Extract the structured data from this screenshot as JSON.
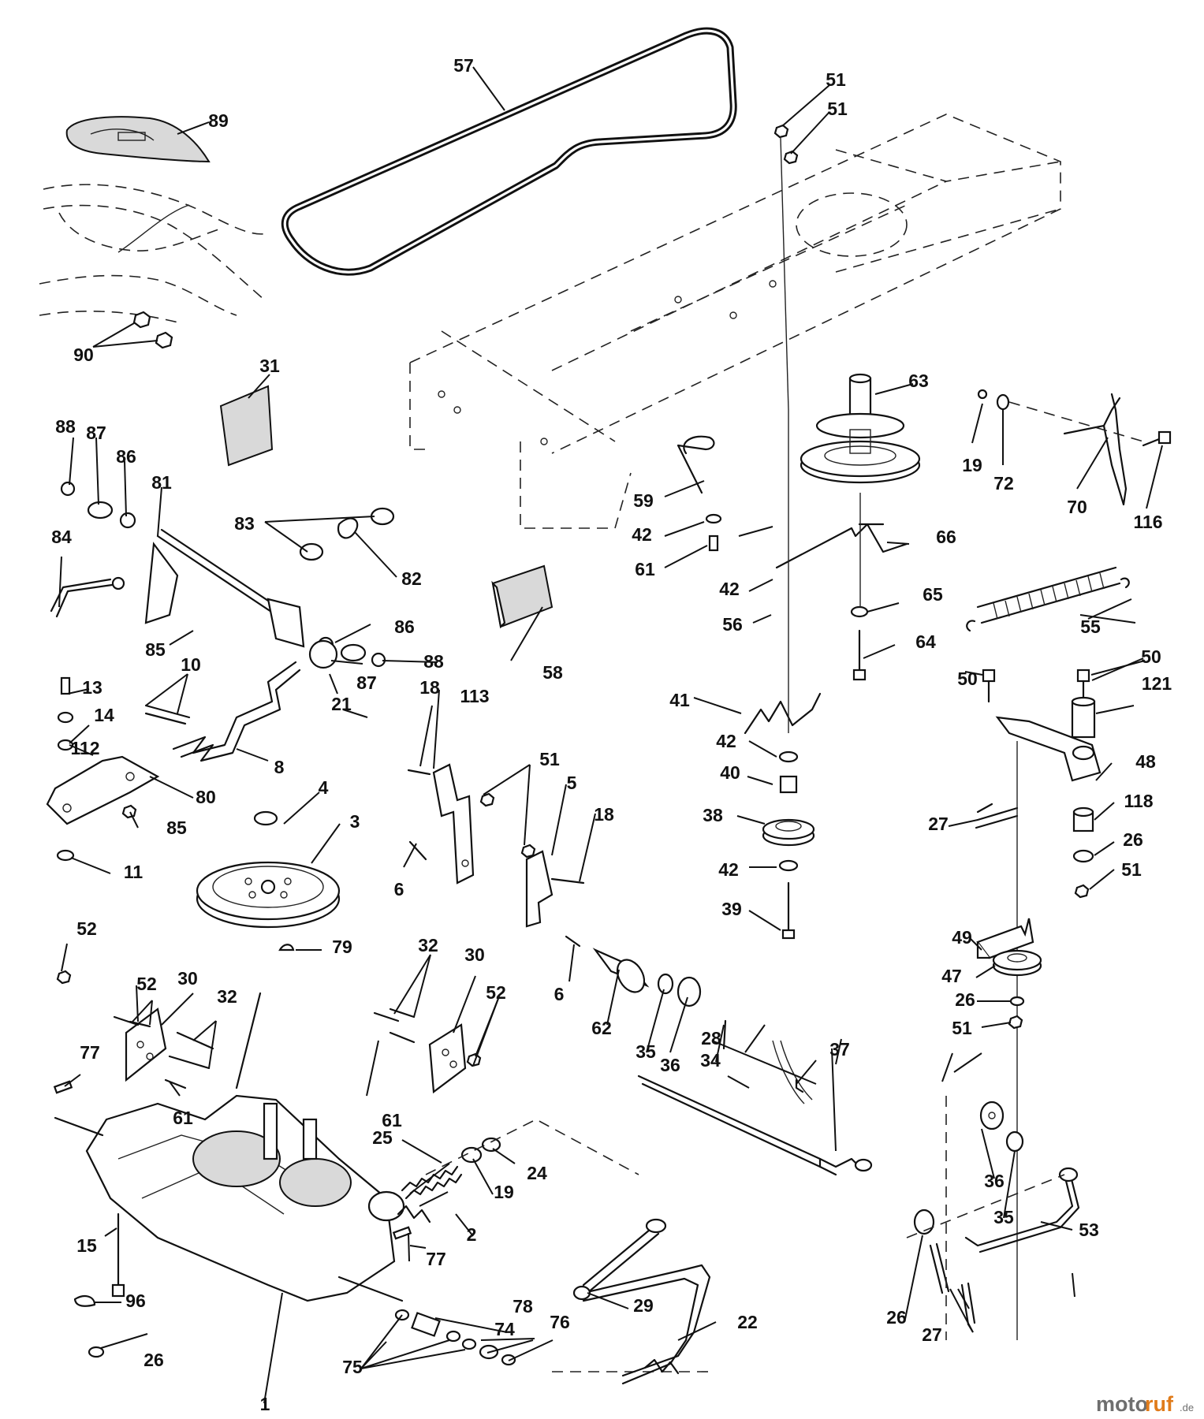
{
  "diagram": {
    "callouts": [
      {
        "id": "c1",
        "label": "1"
      },
      {
        "id": "c2",
        "label": "2"
      },
      {
        "id": "c3",
        "label": "3"
      },
      {
        "id": "c4",
        "label": "4"
      },
      {
        "id": "c5",
        "label": "5"
      },
      {
        "id": "c6a",
        "label": "6"
      },
      {
        "id": "c6b",
        "label": "6"
      },
      {
        "id": "c8",
        "label": "8"
      },
      {
        "id": "c10",
        "label": "10"
      },
      {
        "id": "c11",
        "label": "11"
      },
      {
        "id": "c13",
        "label": "13"
      },
      {
        "id": "c14",
        "label": "14"
      },
      {
        "id": "c15",
        "label": "15"
      },
      {
        "id": "c18a",
        "label": "18"
      },
      {
        "id": "c18b",
        "label": "18"
      },
      {
        "id": "c19a",
        "label": "19"
      },
      {
        "id": "c19b",
        "label": "19"
      },
      {
        "id": "c21",
        "label": "21"
      },
      {
        "id": "c22",
        "label": "22"
      },
      {
        "id": "c24",
        "label": "24"
      },
      {
        "id": "c25",
        "label": "25"
      },
      {
        "id": "c26a",
        "label": "26"
      },
      {
        "id": "c26b",
        "label": "26"
      },
      {
        "id": "c26c",
        "label": "26"
      },
      {
        "id": "c26d",
        "label": "26"
      },
      {
        "id": "c27a",
        "label": "27"
      },
      {
        "id": "c27b",
        "label": "27"
      },
      {
        "id": "c28",
        "label": "28"
      },
      {
        "id": "c29",
        "label": "29"
      },
      {
        "id": "c30a",
        "label": "30"
      },
      {
        "id": "c30b",
        "label": "30"
      },
      {
        "id": "c31",
        "label": "31"
      },
      {
        "id": "c32a",
        "label": "32"
      },
      {
        "id": "c32b",
        "label": "32"
      },
      {
        "id": "c34",
        "label": "34"
      },
      {
        "id": "c35a",
        "label": "35"
      },
      {
        "id": "c35b",
        "label": "35"
      },
      {
        "id": "c36a",
        "label": "36"
      },
      {
        "id": "c36b",
        "label": "36"
      },
      {
        "id": "c37",
        "label": "37"
      },
      {
        "id": "c38",
        "label": "38"
      },
      {
        "id": "c39",
        "label": "39"
      },
      {
        "id": "c40",
        "label": "40"
      },
      {
        "id": "c41",
        "label": "41"
      },
      {
        "id": "c42a",
        "label": "42"
      },
      {
        "id": "c42b",
        "label": "42"
      },
      {
        "id": "c42c",
        "label": "42"
      },
      {
        "id": "c42d",
        "label": "42"
      },
      {
        "id": "c47",
        "label": "47"
      },
      {
        "id": "c48",
        "label": "48"
      },
      {
        "id": "c49",
        "label": "49"
      },
      {
        "id": "c50a",
        "label": "50"
      },
      {
        "id": "c50b",
        "label": "50"
      },
      {
        "id": "c51a",
        "label": "51"
      },
      {
        "id": "c51b",
        "label": "51"
      },
      {
        "id": "c51c",
        "label": "51"
      },
      {
        "id": "c51d",
        "label": "51"
      },
      {
        "id": "c51e",
        "label": "51"
      },
      {
        "id": "c52a",
        "label": "52"
      },
      {
        "id": "c52b",
        "label": "52"
      },
      {
        "id": "c52c",
        "label": "52"
      },
      {
        "id": "c53",
        "label": "53"
      },
      {
        "id": "c55",
        "label": "55"
      },
      {
        "id": "c56",
        "label": "56"
      },
      {
        "id": "c57",
        "label": "57"
      },
      {
        "id": "c58",
        "label": "58"
      },
      {
        "id": "c59",
        "label": "59"
      },
      {
        "id": "c61a",
        "label": "61"
      },
      {
        "id": "c61b",
        "label": "61"
      },
      {
        "id": "c61c",
        "label": "61"
      },
      {
        "id": "c62",
        "label": "62"
      },
      {
        "id": "c63",
        "label": "63"
      },
      {
        "id": "c64",
        "label": "64"
      },
      {
        "id": "c65",
        "label": "65"
      },
      {
        "id": "c66",
        "label": "66"
      },
      {
        "id": "c70",
        "label": "70"
      },
      {
        "id": "c72",
        "label": "72"
      },
      {
        "id": "c74",
        "label": "74"
      },
      {
        "id": "c75",
        "label": "75"
      },
      {
        "id": "c76",
        "label": "76"
      },
      {
        "id": "c77a",
        "label": "77"
      },
      {
        "id": "c77b",
        "label": "77"
      },
      {
        "id": "c78",
        "label": "78"
      },
      {
        "id": "c79",
        "label": "79"
      },
      {
        "id": "c80",
        "label": "80"
      },
      {
        "id": "c81",
        "label": "81"
      },
      {
        "id": "c82",
        "label": "82"
      },
      {
        "id": "c83",
        "label": "83"
      },
      {
        "id": "c84",
        "label": "84"
      },
      {
        "id": "c85a",
        "label": "85"
      },
      {
        "id": "c85b",
        "label": "85"
      },
      {
        "id": "c86a",
        "label": "86"
      },
      {
        "id": "c86b",
        "label": "86"
      },
      {
        "id": "c87a",
        "label": "87"
      },
      {
        "id": "c87b",
        "label": "87"
      },
      {
        "id": "c88a",
        "label": "88"
      },
      {
        "id": "c88b",
        "label": "88"
      },
      {
        "id": "c89",
        "label": "89"
      },
      {
        "id": "c90",
        "label": "90"
      },
      {
        "id": "c96",
        "label": "96"
      },
      {
        "id": "c112",
        "label": "112"
      },
      {
        "id": "c113",
        "label": "113"
      },
      {
        "id": "c116",
        "label": "116"
      },
      {
        "id": "c118",
        "label": "118"
      },
      {
        "id": "c121",
        "label": "121"
      }
    ]
  },
  "watermark": {
    "part1": "moto",
    "part2": "ruf",
    "suffix": ".de",
    "accent_color": "#e07b1a",
    "text_color": "#6e6e6e"
  }
}
